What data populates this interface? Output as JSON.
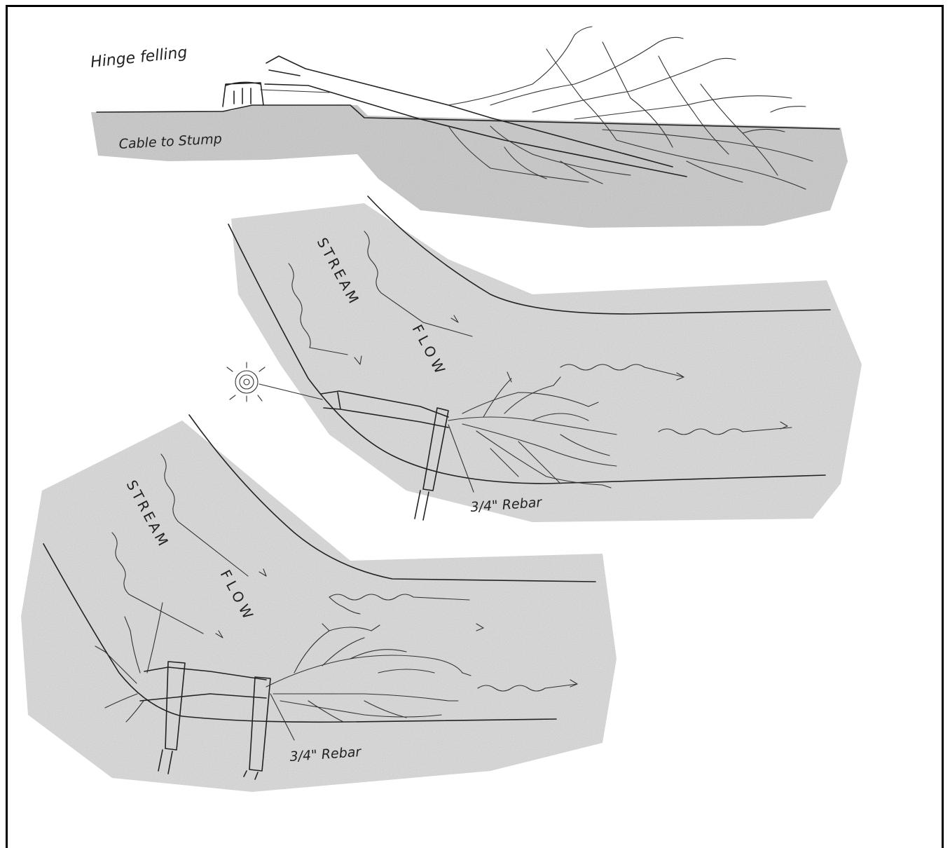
{
  "labels": {
    "hinge_felling": "Hinge felling",
    "cable_to_stump": "Cable to Stump",
    "stream_1": "STREAM",
    "flow_1": "FLOW",
    "rebar_1": "3/4\" Rebar",
    "stream_2": "STREAM",
    "flow_2": "FLOW",
    "rebar_2": "3/4\" Rebar"
  }
}
